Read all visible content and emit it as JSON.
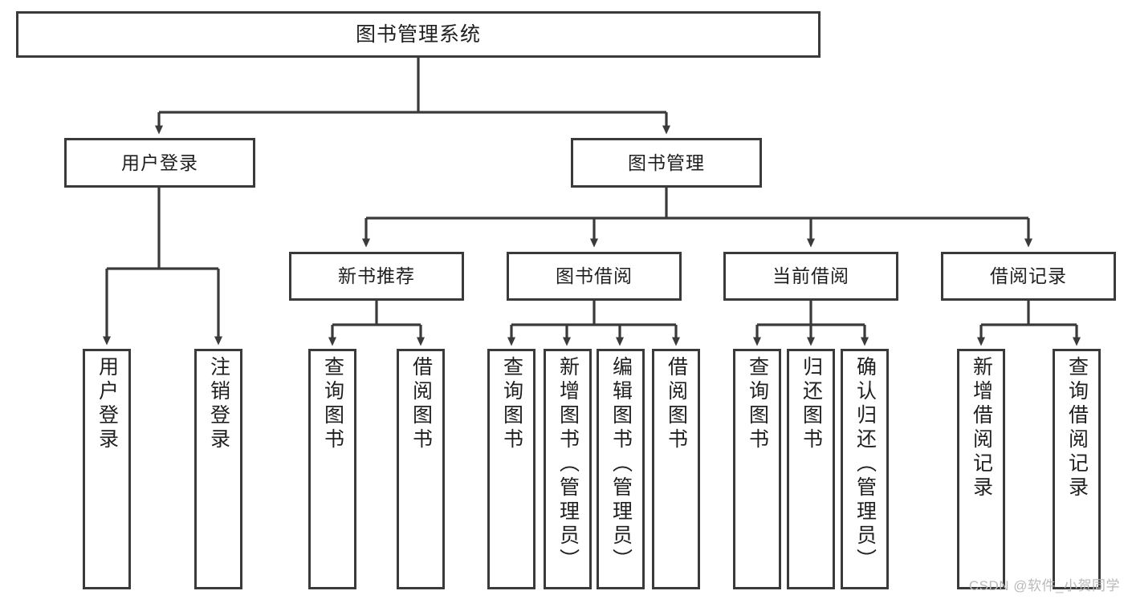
{
  "diagram": {
    "title": "图书管理系统",
    "type": "tree",
    "orientation": "top-down",
    "colors": {
      "box_border": "#3a3a3a",
      "box_fill": "#ffffff",
      "connector": "#3a3a3a",
      "text": "#1f1f1f",
      "watermark": "#b9b9b9"
    }
  },
  "root": {
    "label": "图书管理系统"
  },
  "level2": [
    {
      "label": "用户登录"
    },
    {
      "label": "图书管理"
    }
  ],
  "level3": [
    {
      "label": "新书推荐"
    },
    {
      "label": "图书借阅"
    },
    {
      "label": "当前借阅"
    },
    {
      "label": "借阅记录"
    }
  ],
  "leaves": {
    "user_login": [
      {
        "label": "用户登录"
      },
      {
        "label": "注销登录"
      }
    ],
    "new_book_recommend": [
      {
        "label": "查询图书"
      },
      {
        "label": "借阅图书"
      }
    ],
    "book_borrow": [
      {
        "label": "查询图书"
      },
      {
        "label": "新增图书（管理员）"
      },
      {
        "label": "编辑图书（管理员）"
      },
      {
        "label": "借阅图书"
      }
    ],
    "current_borrow": [
      {
        "label": "查询图书"
      },
      {
        "label": "归还图书"
      },
      {
        "label": "确认归还（管理员）"
      }
    ],
    "borrow_record": [
      {
        "label": "新增借阅记录"
      },
      {
        "label": "查询借阅记录"
      }
    ]
  },
  "watermark": {
    "text": "CSDN @软件_小贺同学"
  }
}
